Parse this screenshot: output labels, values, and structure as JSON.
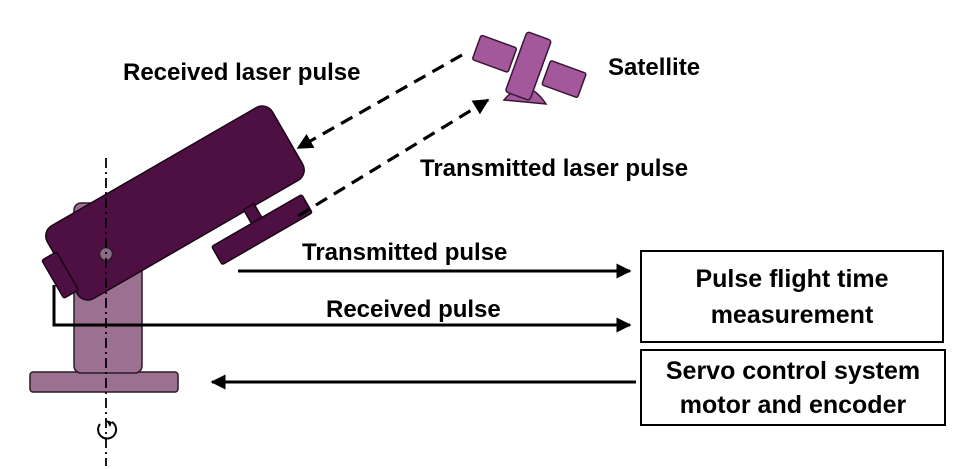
{
  "labels": {
    "satellite": "Satellite",
    "received_laser_pulse": "Received laser pulse",
    "transmitted_laser_pulse": "Transmitted laser pulse",
    "transmitted_pulse": "Transmitted pulse",
    "received_pulse": "Received pulse"
  },
  "boxes": {
    "pulse_flight_time": {
      "line1": "Pulse flight time",
      "line2": "measurement"
    },
    "servo_control": {
      "line1": "Servo control system",
      "line2": "motor and encoder"
    }
  },
  "colors": {
    "telescope": "#4e1043",
    "mount": "#9b7090",
    "satellite": "#a2589b",
    "line": "#000000"
  },
  "icons": {
    "rotation": "rotation-arrow-icon",
    "satellite": "satellite-icon"
  }
}
